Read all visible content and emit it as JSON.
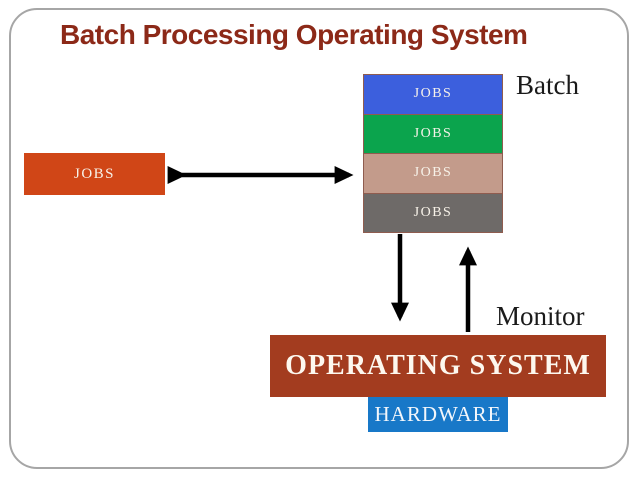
{
  "slide": {
    "title": "Batch Processing Operating System"
  },
  "diagram": {
    "job_queue": {
      "label": "JOBS",
      "color": "#d04617"
    },
    "batch_stack": [
      {
        "label": "JOBS",
        "color": "#3c5fdd"
      },
      {
        "label": "JOBS",
        "color": "#0ba44d"
      },
      {
        "label": "JOBS",
        "color": "#c39b8b"
      },
      {
        "label": "JOBS",
        "color": "#6e6a68"
      }
    ],
    "batch_label": "Batch",
    "monitor_label": "Monitor",
    "operating_system": {
      "label": "OPERATING SYSTEM",
      "color": "#a33c1f"
    },
    "hardware": {
      "label": "HARDWARE",
      "color": "#1878c8"
    },
    "colors": {
      "title": "#8c2918",
      "arrow": "#000000",
      "stack_border": "#8f5c4f",
      "slide_border": "#a6a6a6"
    }
  }
}
